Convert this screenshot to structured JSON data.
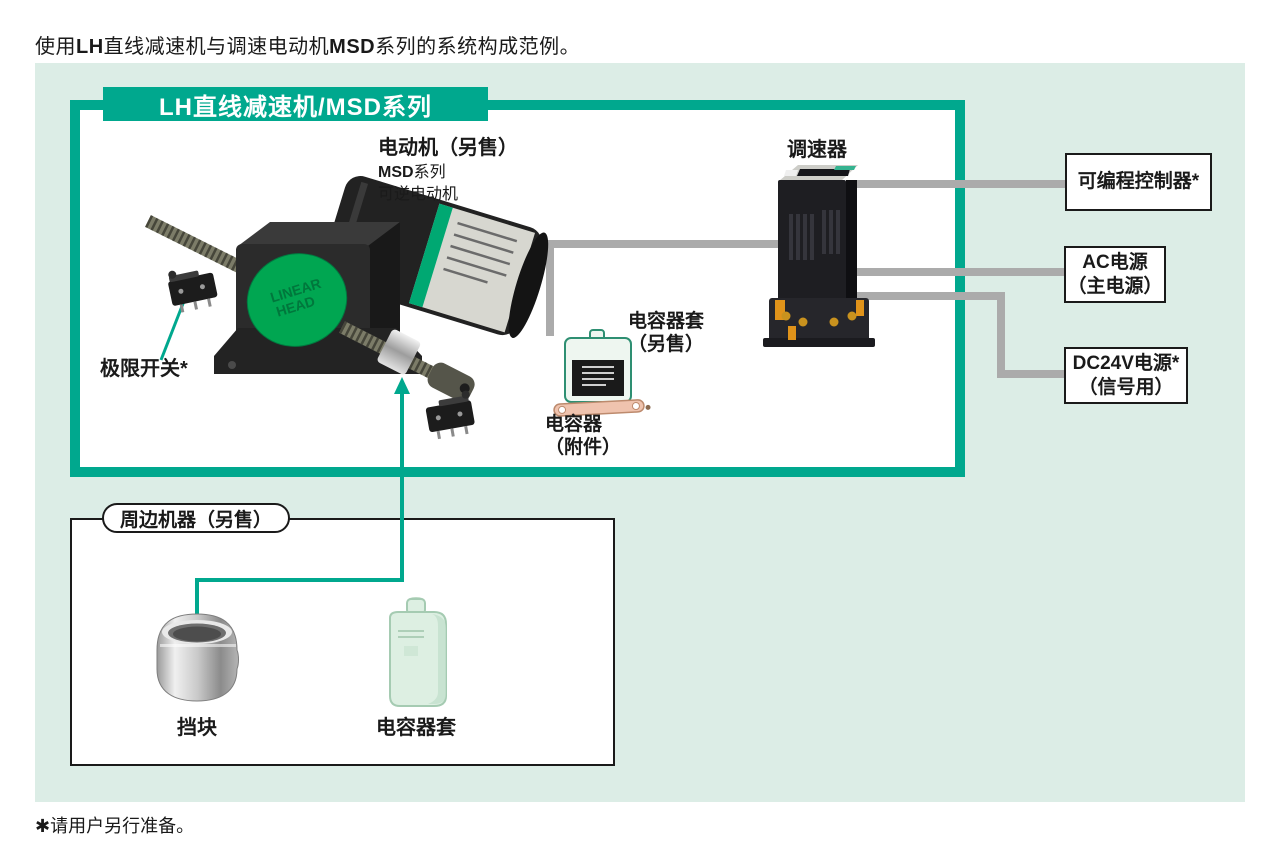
{
  "intro": {
    "pre": "使用",
    "bold1": "LH",
    "mid": "直线减速机与调速电动机",
    "bold2": "MSD",
    "post": "系列的系统构成范例。"
  },
  "banner": {
    "title": "LH直线减速机/MSD系列"
  },
  "diagram": {
    "motor": {
      "label_line1": "电动机（另售）",
      "label_line2_bold": "MSD",
      "label_line2_rest": "系列",
      "label_line3": "可逆电动机",
      "face_line1": "LINEAR",
      "face_line2": "HEAD"
    },
    "controller": {
      "label": "调速器"
    },
    "limit_switch": {
      "label": "极限开关*"
    },
    "capacitor_cover": {
      "label_line1": "电容器套",
      "label_line2": "（另售）"
    },
    "capacitor": {
      "label_line1": "电容器",
      "label_line2": "（附件）"
    },
    "right_boxes": [
      {
        "line1": "可编程控制器*",
        "line2": ""
      },
      {
        "line1": "AC电源",
        "line2": "（主电源）"
      },
      {
        "line1": "DC24V电源*",
        "line2": "（信号用）"
      }
    ],
    "peripherals": {
      "title": "周边机器（另售）",
      "items": [
        {
          "label": "挡块"
        },
        {
          "label": "电容器套"
        }
      ]
    }
  },
  "footnote": "✱请用户另行准备。",
  "colors": {
    "accent_green": "#00a88e",
    "panel_bg": "#dcede6",
    "wire_gray": "#ababab",
    "motor_face_green": "#00a651"
  }
}
